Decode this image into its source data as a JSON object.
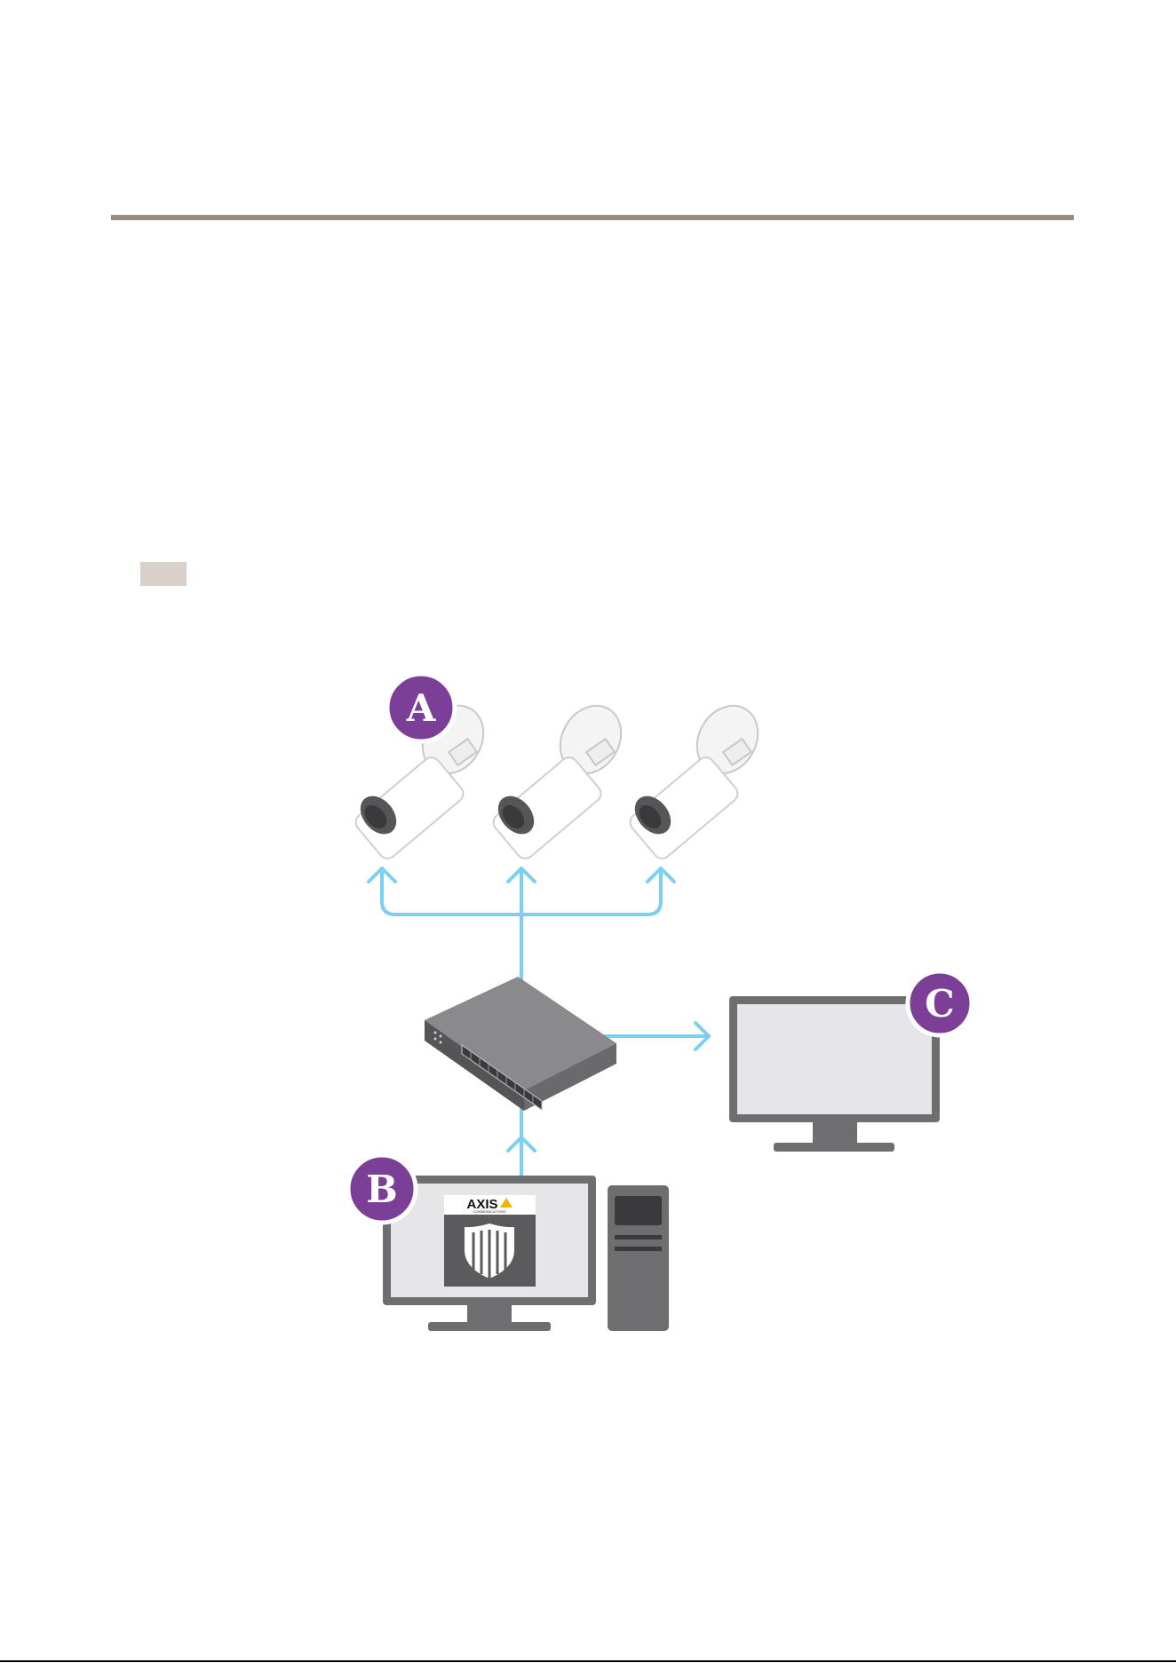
{
  "colors": {
    "rule": "#9c8b80",
    "note_tag": "#d9d1c9",
    "arrow": "#7ccff0",
    "badge": "#7b3f98",
    "device_gray": "#6e6e70",
    "screen": "#e6e6e8"
  },
  "diagram": {
    "badges": {
      "a": "A",
      "b": "B",
      "c": "C"
    },
    "logo_text": "AXIS",
    "logo_sub": "COMMUNICATIONS",
    "icons": [
      "camera-icon",
      "network-switch-icon",
      "monitor-icon",
      "computer-tower-icon",
      "shield-icon"
    ]
  }
}
